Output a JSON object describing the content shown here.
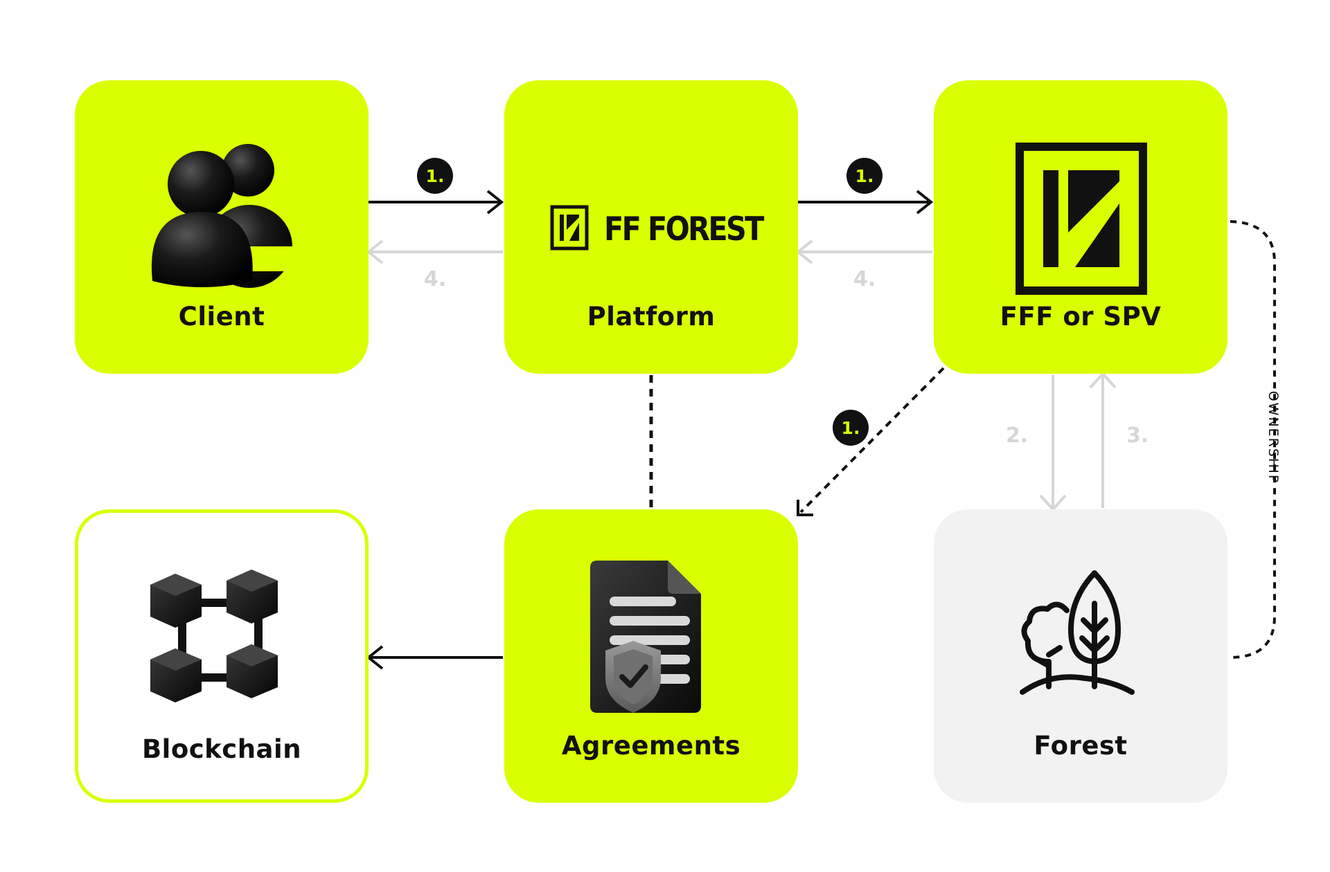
{
  "nodes": {
    "client": {
      "label": "Client",
      "icon": "users-icon"
    },
    "platform": {
      "label": "Platform",
      "brand": "FF FOREST",
      "icon": "ff-forest-logo-icon"
    },
    "fff": {
      "label": "FFF or SPV",
      "icon": "ff-forest-emblem-icon"
    },
    "blockchain": {
      "label": "Blockchain",
      "icon": "blockchain-icon"
    },
    "agreements": {
      "label": "Agreements",
      "icon": "document-shield-icon"
    },
    "forest": {
      "label": "Forest",
      "icon": "trees-icon"
    }
  },
  "edges": [
    {
      "from": "client",
      "to": "platform",
      "step": "1.",
      "style": "solid-black"
    },
    {
      "from": "platform",
      "to": "client",
      "step": "4.",
      "style": "solid-grey"
    },
    {
      "from": "platform",
      "to": "fff",
      "step": "1.",
      "style": "solid-black"
    },
    {
      "from": "fff",
      "to": "platform",
      "step": "4.",
      "style": "solid-grey"
    },
    {
      "from": "fff",
      "to": "agreements",
      "step": "1.",
      "style": "dotted-black"
    },
    {
      "from": "fff",
      "to": "forest",
      "step": "2.",
      "style": "solid-grey"
    },
    {
      "from": "forest",
      "to": "fff",
      "step": "3.",
      "style": "solid-grey"
    },
    {
      "from": "platform",
      "to": "agreements",
      "step": "",
      "style": "dotted-black"
    },
    {
      "from": "agreements",
      "to": "blockchain",
      "step": "",
      "style": "solid-black"
    },
    {
      "from": "fff",
      "to": "forest",
      "step": "",
      "label": "OWNERSHIP",
      "style": "dotted-black"
    }
  ],
  "side_label": "OWNERSHIP",
  "colors": {
    "accent": "#DAFF00",
    "ink": "#111111",
    "muted": "#D6D6D6",
    "panel": "#F2F2F2"
  }
}
